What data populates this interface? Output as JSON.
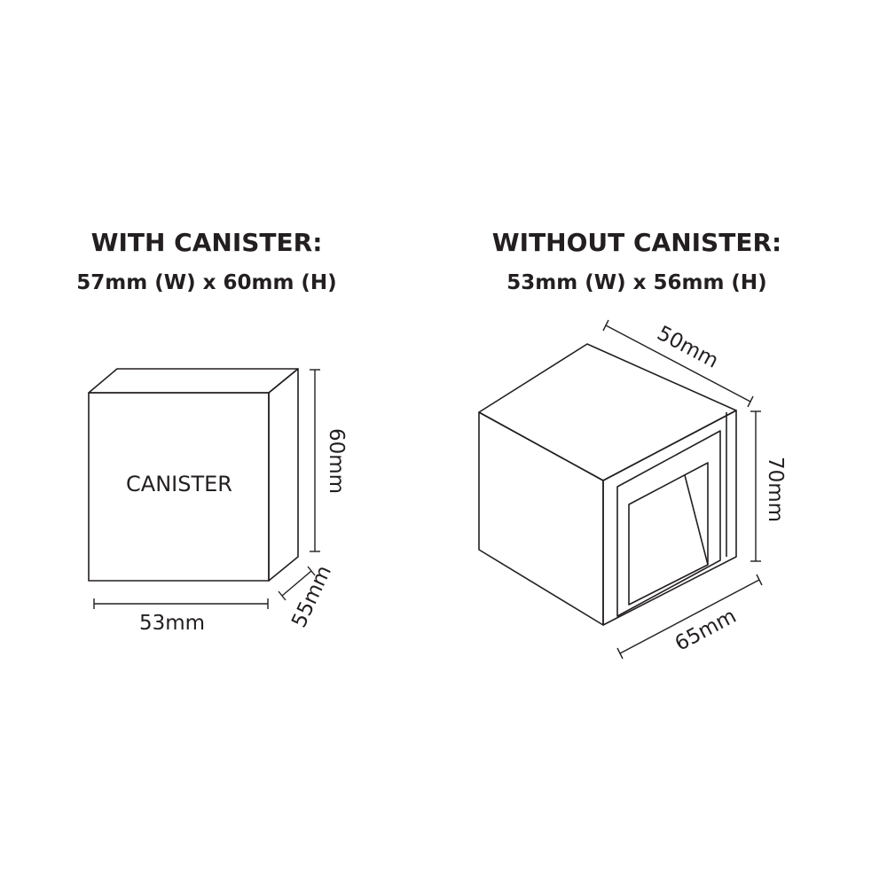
{
  "left_panel": {
    "heading": "WITH CANISTER:",
    "size": "57mm (W) x 60mm (H)",
    "box_label": "CANISTER",
    "dim_width": "53mm",
    "dim_height": "60mm",
    "dim_depth": "55mm"
  },
  "right_panel": {
    "heading": "WITHOUT CANISTER:",
    "size": "53mm (W) x 56mm (H)",
    "dim_top": "50mm",
    "dim_height": "70mm",
    "dim_bottom": "65mm"
  },
  "colors": {
    "line": "#231f20",
    "background": "#ffffff"
  }
}
